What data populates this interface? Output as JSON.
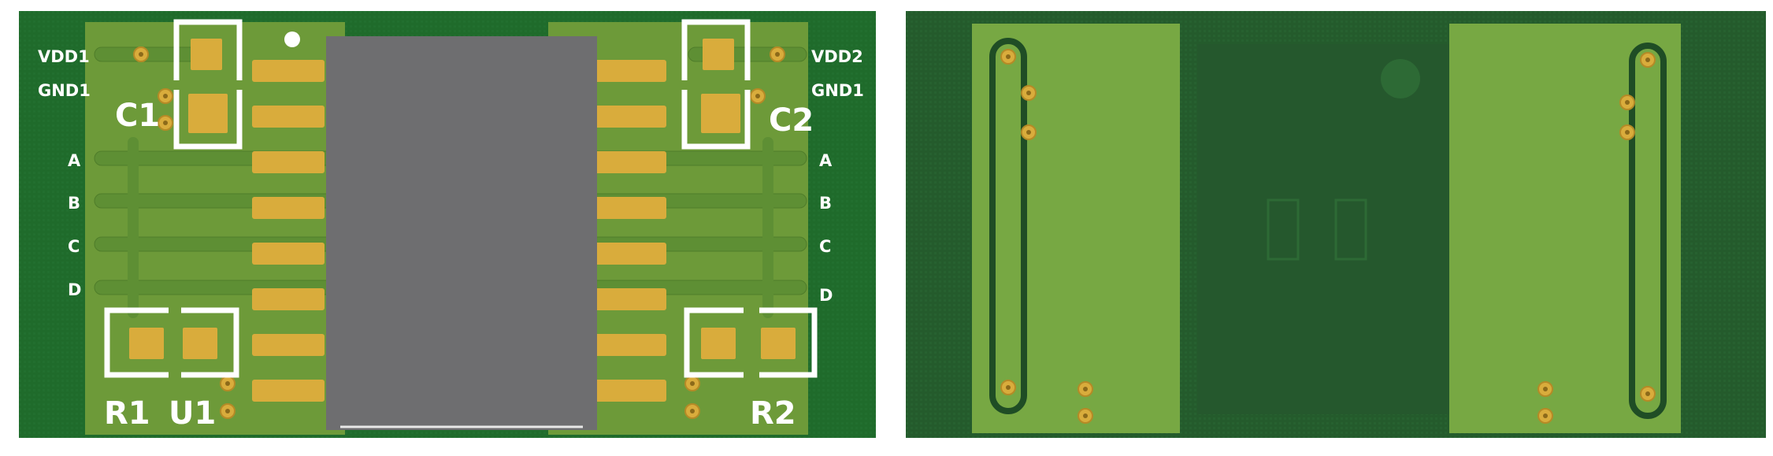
{
  "top_view": {
    "net_labels": {
      "vdd1": "VDD1",
      "gnd1_left": "GND1",
      "vdd2": "VDD2",
      "gnd1_right": "GND1",
      "a_left": "A",
      "b_left": "B",
      "c_left": "C",
      "d_left": "D",
      "a_right": "A",
      "b_right": "B",
      "c_right": "C",
      "d_right": "D"
    },
    "designators": {
      "c1": "C1",
      "c2": "C2",
      "r1": "R1",
      "u1": "U1",
      "r2": "R2"
    }
  },
  "colors": {
    "board": "#1f6b2b",
    "copper_pour": "#6d9a39",
    "pad_gold": "#d9ac3c",
    "ic_body": "#6e6e70",
    "silkscreen": "#ffffff",
    "bottom_board": "#245b2c",
    "bottom_pour": "#77a843"
  }
}
